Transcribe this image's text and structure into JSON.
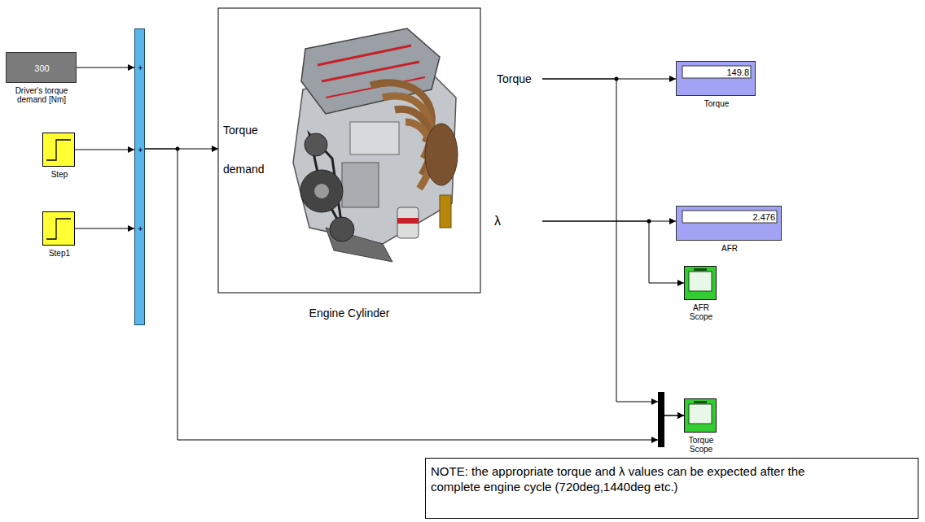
{
  "diagram": {
    "nodes": [
      {
        "text": [
          "300",
          "Driver's torque demand [Nm]"
        ]
      },
      {
        "text": [
          "Step"
        ]
      },
      {
        "text": [
          "Step1"
        ]
      },
      {
        "text": [
          "+",
          "+",
          "+"
        ]
      },
      {
        "text": [
          "Torque demand",
          "Torque",
          "λ",
          "Engine Cylinder"
        ]
      },
      {
        "text": [
          "149.8",
          "Torque"
        ]
      },
      {
        "text": [
          "2.476",
          "AFR"
        ]
      },
      {
        "text": [
          "AFR Scope"
        ]
      },
      {
        "text": [
          "Torque Scope"
        ]
      },
      {
        "text": [
          "NOTE: the appropriate torque and λ values can be expected after the complete engine cycle (720deg,1440deg etc.)"
        ]
      }
    ],
    "edges": [
      {
        "from": 0,
        "to": 3,
        "arrow": "to"
      },
      {
        "from": 1,
        "to": 3,
        "arrow": "to"
      },
      {
        "from": 2,
        "to": 3,
        "arrow": "to"
      },
      {
        "from": 3,
        "to": 4,
        "arrow": "to"
      },
      {
        "from": 4,
        "to": 5,
        "arrow": "to"
      },
      {
        "from": 4,
        "to": 6,
        "arrow": "to"
      },
      {
        "from": 4,
        "to": 7,
        "arrow": "to"
      },
      {
        "from": 4,
        "to": 8,
        "arrow": "to"
      },
      {
        "from": 3,
        "to": 8,
        "arrow": "to"
      }
    ]
  }
}
